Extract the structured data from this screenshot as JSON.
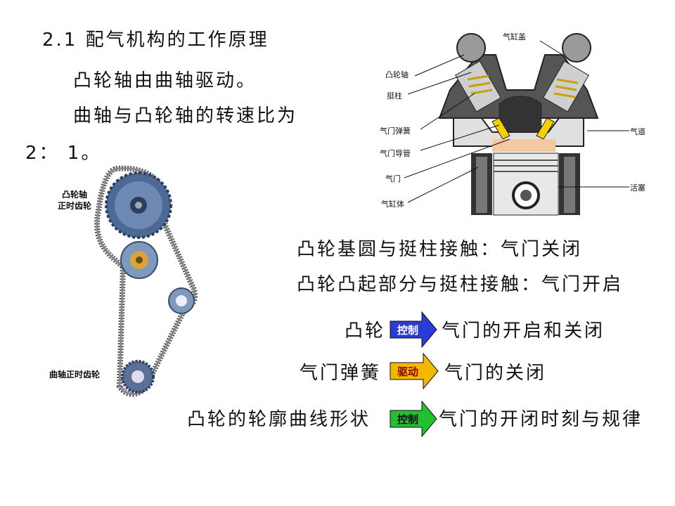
{
  "slide": {
    "heading": "2.1 配气机构的工作原理",
    "line1": "凸轮轴由曲轴驱动。",
    "line2": "曲轴与凸轮轴的转速比为",
    "line3": "2： 1。",
    "contact1": "凸轮基圆与挺柱接触：气门关闭",
    "contact2": "凸轮凸起部分与挺柱接触：气门开启"
  },
  "belt_diagram": {
    "cam_label_1": "凸轮轴",
    "cam_label_2": "正时齿轮",
    "crank_label": "曲轴正时齿轮"
  },
  "engine_diagram": {
    "labels": {
      "cover": "气缸盖",
      "cam": "凸轮轴",
      "tappet": "挺柱",
      "spring": "气门弹簧",
      "guide": "气门导管",
      "valve": "气门",
      "block": "气缸体",
      "port": "气道",
      "piston": "活塞"
    }
  },
  "relations": [
    {
      "left": "凸轮",
      "verb": "控制",
      "right": "气门的开启和关闭",
      "color": "#2a3bd6",
      "text_color": "#ffffff"
    },
    {
      "left": "气门弹簧",
      "verb": "驱动",
      "right": "气门的关闭",
      "color": "#f2b800",
      "text_color": "#8b0000"
    },
    {
      "left": "凸轮的轮廓曲线形状",
      "verb": "控制",
      "right": "气门的开闭时刻与规律",
      "color": "#22c030",
      "text_color": "#111111"
    }
  ]
}
